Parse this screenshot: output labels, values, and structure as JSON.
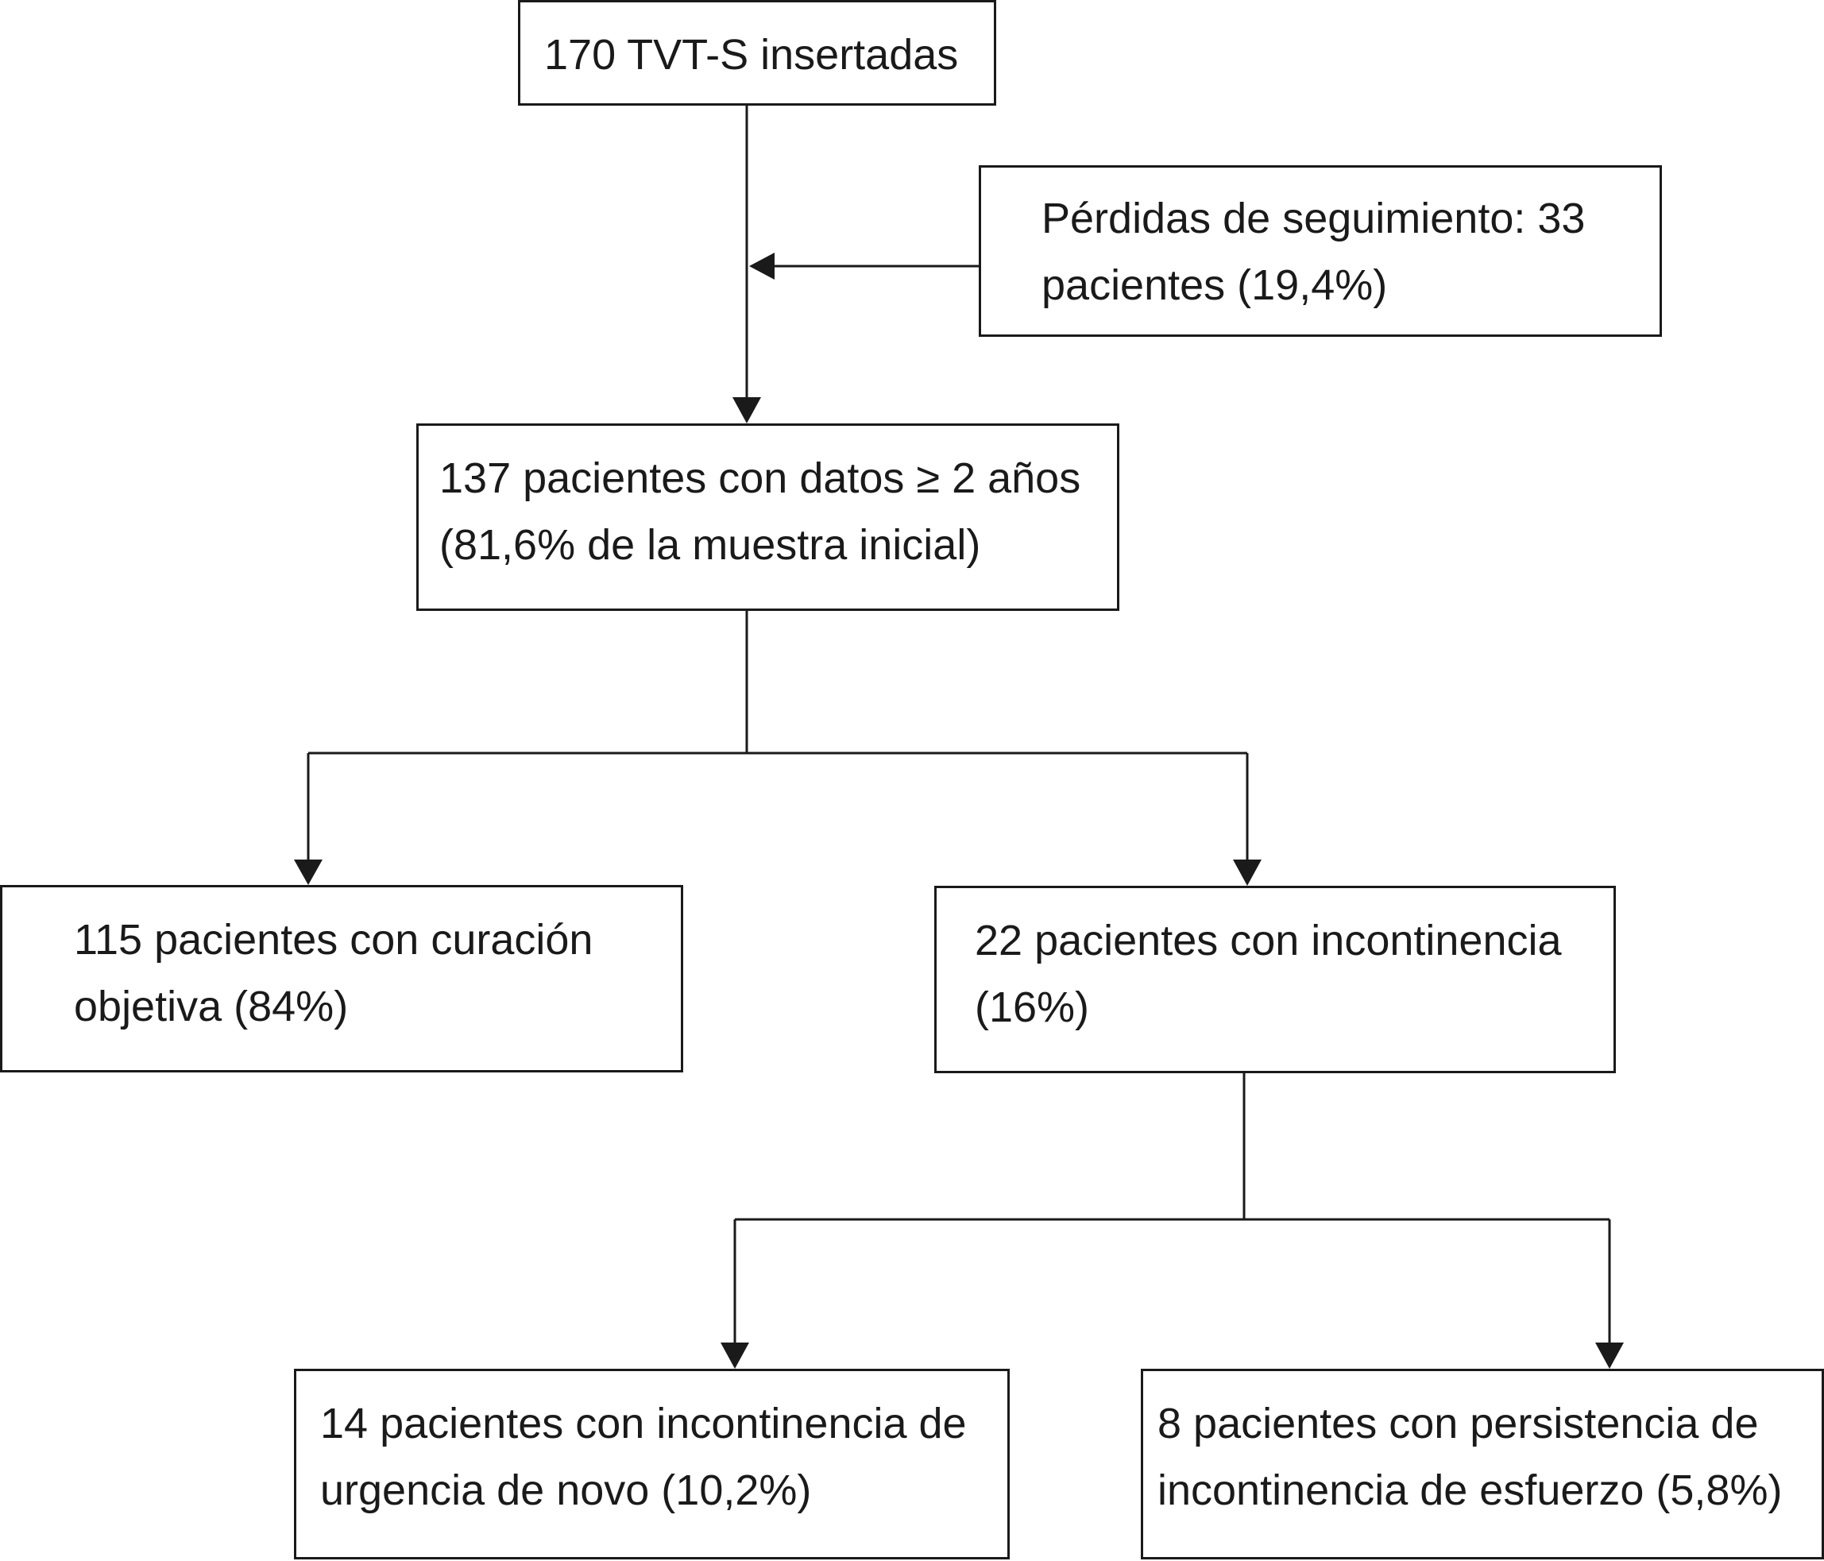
{
  "nodes": {
    "inserted": {
      "line1": "170 TVT-S insertadas"
    },
    "lost_followup": {
      "line1": "Pérdidas de seguimiento: 33",
      "line2": "pacientes (19,4%)"
    },
    "data_2y": {
      "line1": "137 pacientes con datos ≥ 2 años",
      "line2": "(81,6% de la muestra inicial)"
    },
    "cured": {
      "line1": "115 pacientes con curación",
      "line2": "objetiva (84%)"
    },
    "incontinence": {
      "line1": "22 pacientes con incontinencia",
      "line2": "(16%)"
    },
    "urge_de_novo": {
      "line1": "14 pacientes con incontinencia de",
      "line2": "urgencia de novo (10,2%)"
    },
    "stress_persistent": {
      "line1": "8  pacientes con persistencia de",
      "line2": "incontinencia de esfuerzo (5,8%)"
    }
  },
  "colors": {
    "line": "#1a1a1a",
    "background": "#ffffff"
  }
}
